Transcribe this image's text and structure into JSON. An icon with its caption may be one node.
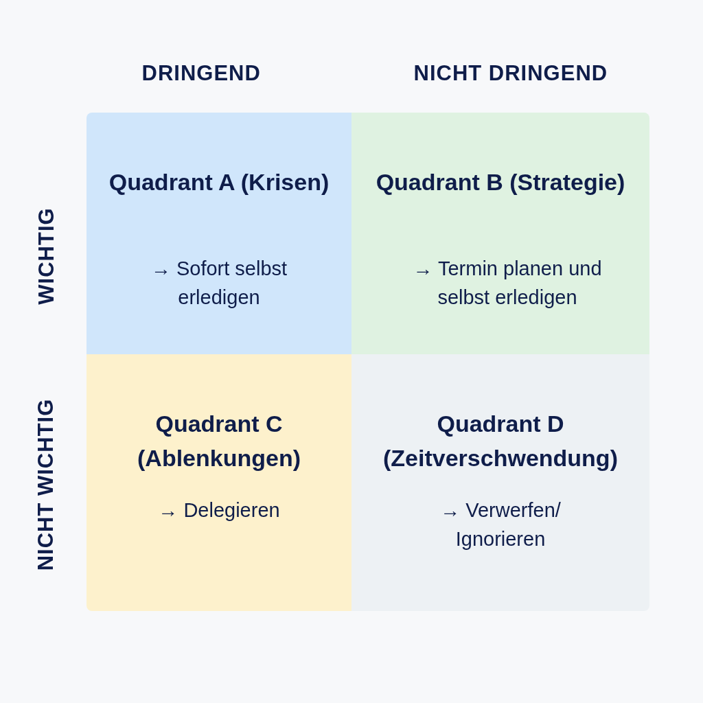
{
  "diagram": {
    "nodes": [
      {
        "text": [
          "Quadrant A (Krisen)",
          "→ Sofort selbst erledigen"
        ]
      },
      {
        "text": [
          "Quadrant B (Strategie)",
          "→ Termin planen und selbst erledigen"
        ]
      },
      {
        "text": [
          "Quadrant C (Ablenkungen)",
          "→ Delegieren"
        ]
      },
      {
        "text": [
          "Quadrant D (Zeitverschwendung)",
          "→ Verwerfen/ Ignorieren"
        ]
      }
    ],
    "labels": [
      "DRINGEND",
      "NICHT DRINGEND",
      "WICHTIG",
      "NICHT WICHTIG"
    ]
  }
}
